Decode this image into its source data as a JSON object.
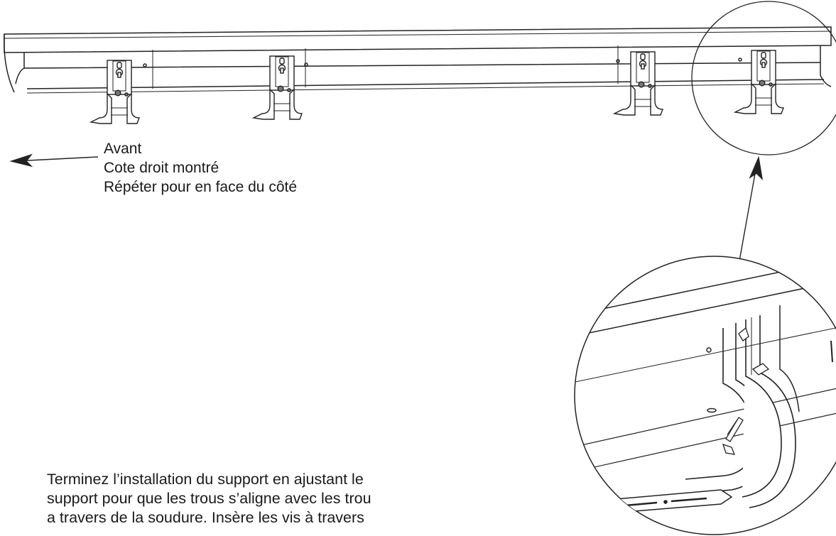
{
  "labels": {
    "front": "Avant",
    "side_shown": "Cote droit montré",
    "repeat": "Répéter pour en face du côté"
  },
  "instructions": {
    "line1": "Terminez l’installation du support en ajustant le",
    "line2": "support pour que les trous s’aligne avec les trou",
    "line3": "a travers de la soudure. Insère les vis à travers"
  },
  "bracket_count": 4
}
